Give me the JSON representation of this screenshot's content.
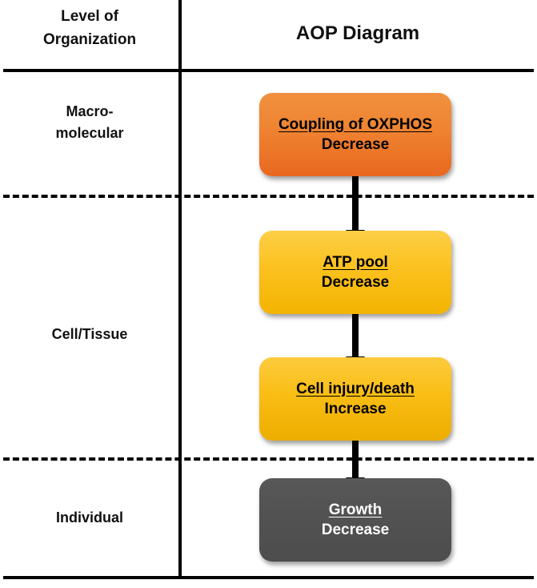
{
  "header": {
    "left_label_line1": "Level of",
    "left_label_line2": "Organization",
    "right_title": "AOP Diagram"
  },
  "levels": [
    {
      "id": "macro",
      "line1": "Macro-",
      "line2": "molecular"
    },
    {
      "id": "cell",
      "line1": "Cell/Tissue",
      "line2": ""
    },
    {
      "id": "individual",
      "line1": "Individual",
      "line2": ""
    }
  ],
  "boxes": [
    {
      "id": "coupling-of-oxphos",
      "title": "Coupling of OXPHOS",
      "direction": "Decrease",
      "color_top": "#F0913F",
      "color_bottom": "#E8681F",
      "text_color": "#000000",
      "level": "Macro-molecular"
    },
    {
      "id": "atp-pool",
      "title": "ATP pool",
      "direction": "Decrease",
      "color_top": "#FDCF46",
      "color_bottom": "#F3B300",
      "text_color": "#000000",
      "level": "Cell/Tissue"
    },
    {
      "id": "cell-injury-death",
      "title": "Cell injury/death",
      "direction": "Increase",
      "color_top": "#FDCB3E",
      "color_bottom": "#EEAD00",
      "text_color": "#000000",
      "level": "Cell/Tissue"
    },
    {
      "id": "growth",
      "title": "Growth",
      "direction": "Decrease",
      "color_top": "#585858",
      "color_bottom": "#4D4D4D",
      "text_color": "#FFFFFF",
      "level": "Individual"
    }
  ],
  "connectors": [
    {
      "id": "arrow-oxphos-to-atp",
      "from": "coupling-of-oxphos",
      "to": "atp-pool"
    },
    {
      "id": "arrow-atp-to-cell-injury",
      "from": "atp-pool",
      "to": "cell-injury-death"
    },
    {
      "id": "arrow-cell-injury-to-growth",
      "from": "cell-injury-death",
      "to": "growth"
    }
  ],
  "separators": {
    "style": "dashed",
    "color": "#000000",
    "divider_color": "#000000"
  }
}
